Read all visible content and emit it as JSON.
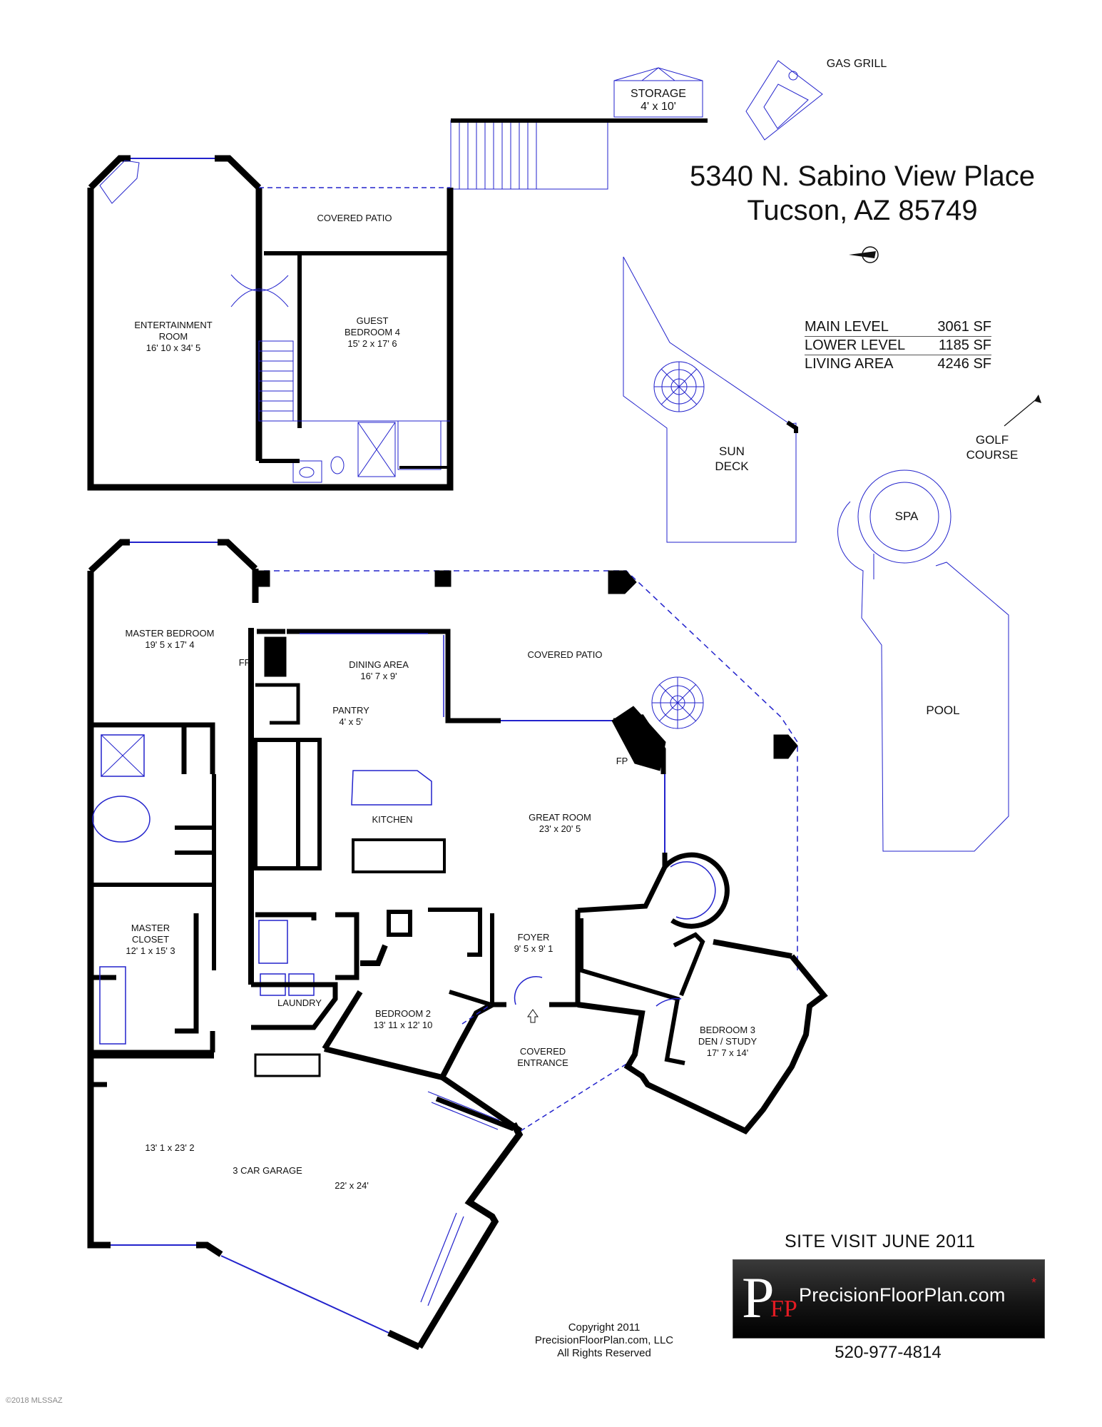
{
  "address": {
    "line1": "5340 N. Sabino View Place",
    "line2": "Tucson, AZ  85749"
  },
  "area_summary": [
    {
      "label": "MAIN LEVEL",
      "value": "3061 SF"
    },
    {
      "label": "LOWER LEVEL",
      "value": "1185 SF"
    },
    {
      "label": "LIVING AREA",
      "value": "4246 SF"
    }
  ],
  "rooms": {
    "gas_grill": "GAS GRILL",
    "storage": {
      "name": "STORAGE",
      "size": "4' x 10'"
    },
    "covered_patio_lower": "COVERED PATIO",
    "entertainment": {
      "line1": "ENTERTAINMENT",
      "line2": "ROOM",
      "size": "16' 10 x 34' 5"
    },
    "guest_bedroom": {
      "line1": "GUEST",
      "line2": "BEDROOM 4",
      "size": "15' 2 x 17' 6"
    },
    "sun_deck": {
      "line1": "SUN",
      "line2": "DECK"
    },
    "golf_course": {
      "line1": "GOLF",
      "line2": "COURSE"
    },
    "spa": "SPA",
    "pool": "POOL",
    "master_bedroom": {
      "name": "MASTER BEDROOM",
      "size": "19' 5 x 17' 4"
    },
    "fp": "FP",
    "dining": {
      "name": "DINING AREA",
      "size": "16' 7 x 9'"
    },
    "covered_patio_main": "COVERED PATIO",
    "pantry": {
      "name": "PANTRY",
      "size": "4' x 5'"
    },
    "kitchen": "KITCHEN",
    "great_room": {
      "name": "GREAT ROOM",
      "size": "23' x 20' 5"
    },
    "master_closet": {
      "line1": "MASTER",
      "line2": "CLOSET",
      "size": "12' 1 x 15' 3"
    },
    "foyer": {
      "name": "FOYER",
      "size": "9' 5 x 9' 1"
    },
    "laundry": "LAUNDRY",
    "bedroom2": {
      "name": "BEDROOM 2",
      "size": "13' 11 x 12' 10"
    },
    "covered_entrance": {
      "line1": "COVERED",
      "line2": "ENTRANCE"
    },
    "bedroom3": {
      "line1": "BEDROOM 3",
      "line2": "DEN / STUDY",
      "size": "17' 7 x 14'"
    },
    "garage": {
      "size_a": "13' 1 x 23' 2",
      "name": "3 CAR GARAGE",
      "size_b": "22' x 24'"
    }
  },
  "site_visit": "SITE VISIT JUNE 2011",
  "brand": {
    "mono": "P",
    "mono_red": "FP",
    "name": "PrecisionFloorPlan.com",
    "star": "*",
    "phone": "520-977-4814"
  },
  "copyright": {
    "line1": "Copyright 2011",
    "line2": "PrecisionFloorPlan.com, LLC",
    "line3": "All Rights Reserved"
  },
  "watermark": "©2018 MLSSAZ",
  "colors": {
    "wall": "#000000",
    "fixture": "#2222cc"
  }
}
